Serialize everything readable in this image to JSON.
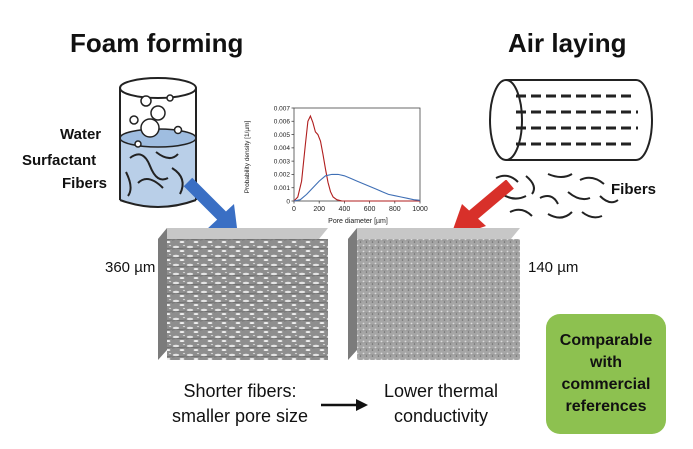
{
  "left": {
    "title": "Foam forming",
    "labels": [
      "Water",
      "Surfactant",
      "Fibers"
    ],
    "thickness": "360 µm"
  },
  "right": {
    "title": "Air laying",
    "fibers_label": "Fibers",
    "thickness": "140 µm"
  },
  "captions": {
    "left_line1": "Shorter fibers:",
    "left_line2": "smaller pore size",
    "right_line1": "Lower thermal",
    "right_line2": "conductivity"
  },
  "badge": [
    "Comparable",
    "with",
    "commercial",
    "references"
  ],
  "colors": {
    "foam_arrow": "#3a6fc4",
    "air_arrow": "#d8302a",
    "badge": "#8dc150",
    "series_red": "#b01e1e",
    "series_blue": "#3f6fb5"
  },
  "chart_data": {
    "type": "line",
    "xlabel": "Pore diameter [µm]",
    "ylabel": "Probability density [1/µm]",
    "xlim": [
      0,
      1000
    ],
    "ylim": [
      0,
      0.007
    ],
    "xticks": [
      0,
      200,
      400,
      600,
      800,
      1000
    ],
    "yticks": [
      0,
      0.001,
      0.002,
      0.003,
      0.004,
      0.005,
      0.006,
      0.007
    ],
    "ytick_labels": [
      "0",
      "0.001",
      "0.002",
      "0.003",
      "0.004",
      "0.005",
      "0.006",
      "0.007"
    ],
    "series": [
      {
        "color": "#b01e1e",
        "x": [
          0,
          30,
          60,
          90,
          110,
          130,
          150,
          170,
          190,
          210,
          230,
          250,
          270,
          290,
          310,
          340,
          380,
          420,
          500,
          600,
          800,
          1000
        ],
        "y": [
          0,
          0.0003,
          0.0015,
          0.0042,
          0.006,
          0.0064,
          0.0059,
          0.0052,
          0.005,
          0.0045,
          0.0035,
          0.0024,
          0.0014,
          0.0007,
          0.0003,
          0.0001,
          0,
          0,
          0,
          0,
          0,
          0
        ]
      },
      {
        "color": "#3f6fb5",
        "x": [
          0,
          50,
          100,
          150,
          200,
          250,
          300,
          350,
          400,
          450,
          500,
          550,
          600,
          650,
          700,
          750,
          800,
          850,
          900,
          950,
          1000
        ],
        "y": [
          0,
          0.0001,
          0.0005,
          0.001,
          0.0015,
          0.0019,
          0.002,
          0.002,
          0.0019,
          0.0017,
          0.0015,
          0.0013,
          0.0011,
          0.0009,
          0.0007,
          0.0005,
          0.0004,
          0.0003,
          0.0002,
          0.0001,
          5e-05
        ]
      }
    ]
  }
}
